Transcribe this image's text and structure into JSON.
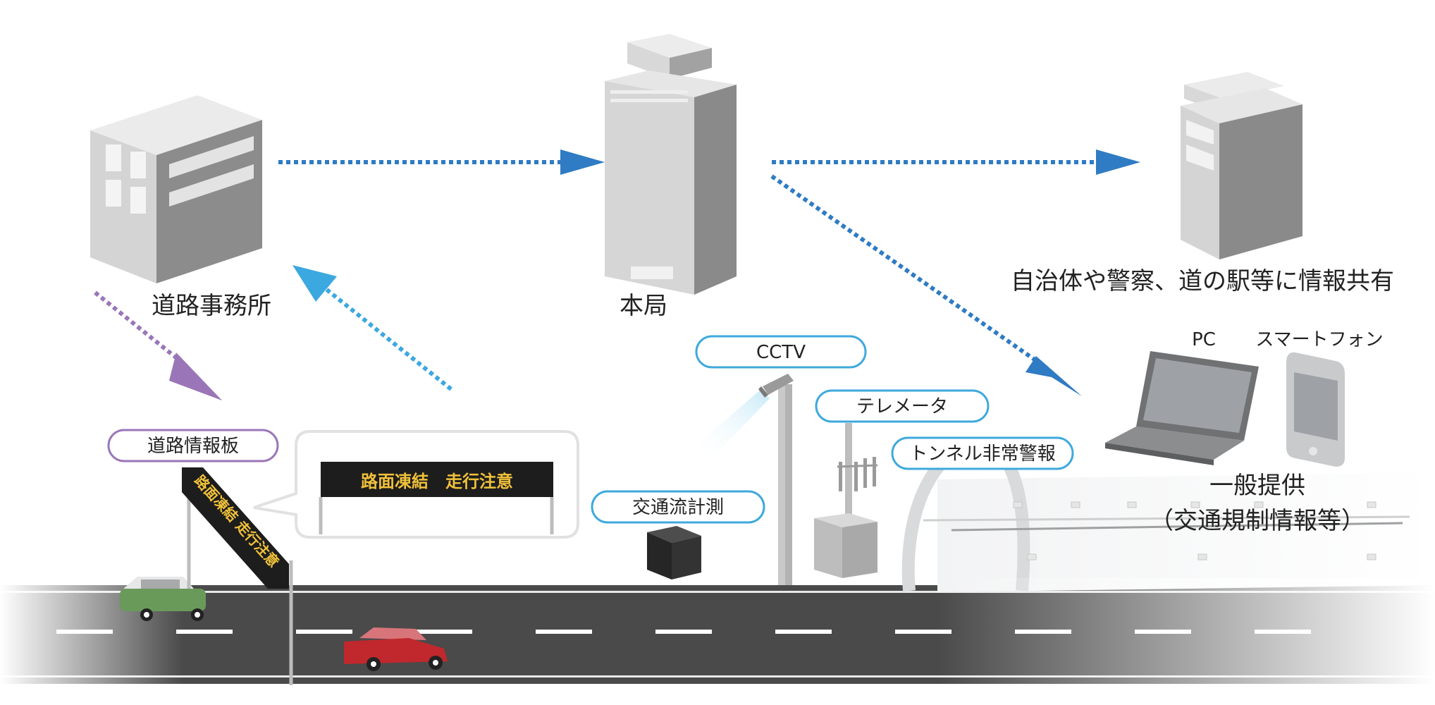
{
  "labels": {
    "road_office": "道路事務所",
    "headquarters": "本局",
    "info_sharing": "自治体や警察、道の駅等に情報共有",
    "pc": "PC",
    "smartphone": "スマートフォン",
    "public_provision_line1": "一般提供",
    "public_provision_line2": "（交通規制情報等）"
  },
  "devices": {
    "road_info_board": "道路情報板",
    "cctv": "CCTV",
    "telemeter": "テレメータ",
    "tunnel_alarm": "トンネル非常警報",
    "traffic_counter": "交通流計測"
  },
  "sign": {
    "board_message": "路面凍結　走行注意",
    "post_message": "路面凍結 走行注意"
  },
  "colors": {
    "arrow_blue": "#2f7bc4",
    "arrow_light_blue": "#3ca8e0",
    "arrow_purple": "#9a76b8",
    "pill_blue": "#3fa9dd",
    "pill_purple": "#9a76b8",
    "road": "#4a4a4a",
    "sign_text": "#f0c13a",
    "car_red": "#c0282d",
    "car_green": "#6a9a5a"
  },
  "icons": [
    "building-icon",
    "tower-icon",
    "laptop-icon",
    "smartphone-icon",
    "camera-icon",
    "antenna-icon",
    "tunnel-icon",
    "car-icon"
  ]
}
